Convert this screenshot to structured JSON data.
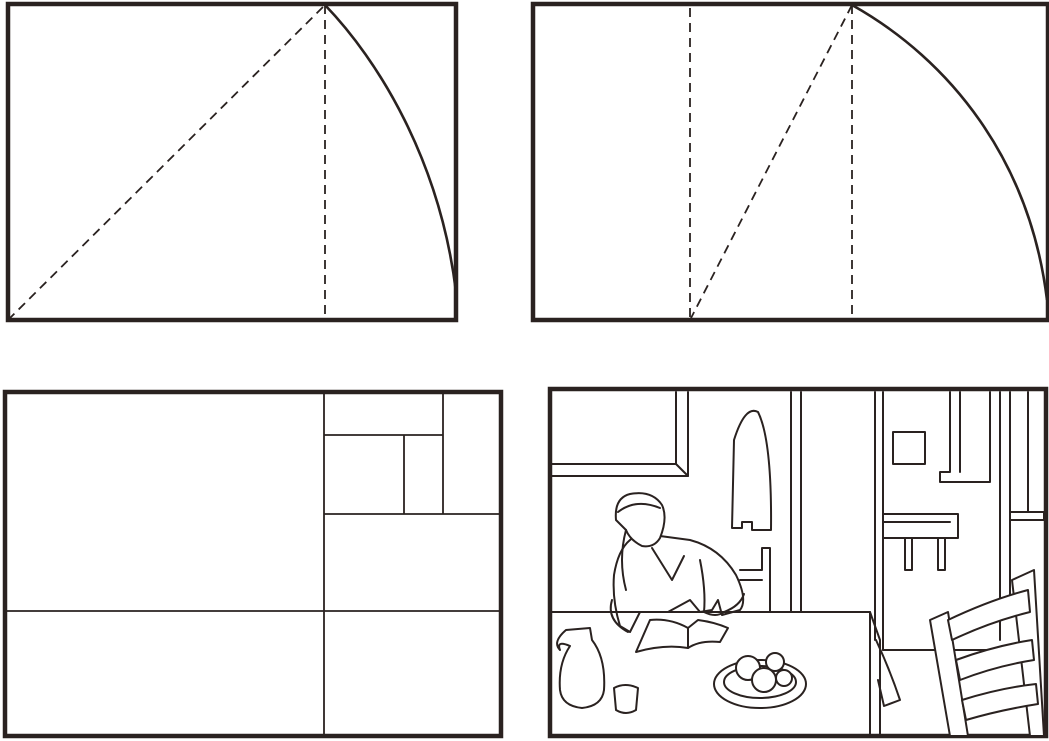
{
  "figure": {
    "panels": [
      {
        "id": "golden-rectangle-construction-diagonal"
      },
      {
        "id": "golden-rectangle-construction-half-square"
      },
      {
        "id": "golden-rectangle-subdivision-grid"
      },
      {
        "id": "interior-scene-reading-man"
      }
    ],
    "ink_color": "#2a2220",
    "background_color": "#ffffff"
  }
}
